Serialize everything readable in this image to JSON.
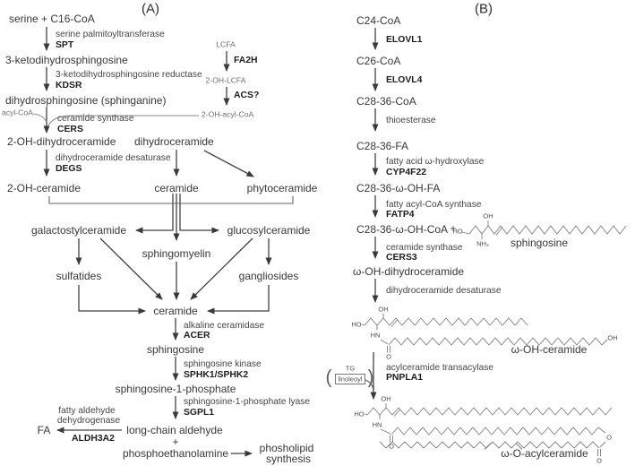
{
  "figure": {
    "panelA": {
      "title": "(A)",
      "nodes": {
        "serine_c16": "serine + C16-CoA",
        "keto": "3-ketodihydrosphingosine",
        "dhs": "dihydrosphingosine (sphinganine)",
        "oh_dhcer": "2-OH-dihydroceramide",
        "dhcer": "dihydroceramide",
        "oh_cer": "2-OH-ceramide",
        "ceramide1": "ceramide",
        "phyto": "phytoceramide",
        "galcer": "galactostylceramide",
        "sm": "sphingomyelin",
        "glccer": "glucosylceramide",
        "sulfatides": "sulfatides",
        "gangliosides": "gangliosides",
        "ceramide2": "ceramide",
        "sphingosine": "sphingosine",
        "s1p": "sphingosine-1-phosphate",
        "lca": "long-chain aldehyde",
        "fa": "FA",
        "plus": "+",
        "pe": "phosphoethanolamine",
        "phospholipid_line1": "phosholipid",
        "phospholipid_line2": "synthesis"
      },
      "enzymes": {
        "spt_name": "serine palmitoyltransferase",
        "spt": "SPT",
        "kdsr_name": "3-ketodihydrosphingosine reductase",
        "kdsr": "KDSR",
        "cers_name": "ceramide synthase",
        "cers": "CERS",
        "degs_name": "dihydroceramide desaturase",
        "degs": "DEGS",
        "fa2h": "FA2H",
        "acs": "ACS?",
        "acer_name": "alkaline ceramidase",
        "acer": "ACER",
        "sphk_name": "sphingosine kinase",
        "sphk": "SPHK1/SPHK2",
        "sgpl_name": "sphingosine-1-phosphate lyase",
        "sgpl": "SGPL1",
        "aldh_name1": "fatty aldehyde",
        "aldh_name2": "dehydrogenase",
        "aldh": "ALDH3A2"
      },
      "cofactors": {
        "acyl_coa": "acyl-CoA",
        "lcfa": "LCFA",
        "oh_lcfa": "2-OH-LCFA",
        "oh_acyl_coa": "2-OH-acyl-CoA"
      }
    },
    "panelB": {
      "title": "(B)",
      "nodes": {
        "c24": "C24-CoA",
        "c26": "C26-CoA",
        "c28_coa": "C28-36-CoA",
        "c28_fa": "C28-36-FA",
        "c28_ohfa": "C28-36-ω-OH-FA",
        "c28_ohcoa": "C28-36-ω-OH-CoA",
        "plus": "+",
        "oh_dhcer": "ω-OH-dihydroceramide"
      },
      "enzymes": {
        "elovl1": "ELOVL1",
        "elovl4": "ELOVL4",
        "thioesterase": "thioesterase",
        "cyp_name": "fatty acid ω-hydroxylase",
        "cyp": "CYP4F22",
        "fatp_name": "fatty acyl-CoA synthase",
        "fatp": "FATP4",
        "cers3_name": "ceramide synthase",
        "cers3": "CERS3",
        "des": "dihydroceramide desaturase",
        "pnpla_name": "acylceramide transacylase",
        "pnpla": "PNPLA1"
      },
      "donor": {
        "paren_open": "(",
        "tg": "TG",
        "linoleoyl": "linoleoyl",
        "paren_close": ")"
      },
      "structures": {
        "sphingosine": {
          "ho": "HO",
          "oh": "OH",
          "nh2": "NH₂",
          "name": "sphingosine"
        },
        "oh_ceramide": {
          "ho": "HO",
          "oh": "OH",
          "hn": "HN",
          "o": "O",
          "oh_end": "OH",
          "name": "ω-OH-ceramide"
        },
        "o_acylceramide": {
          "ho": "HO",
          "oh": "OH",
          "hn": "HN",
          "o_amide": "O",
          "o_ester": "O",
          "o_carbonyl": "O",
          "name": "ω-O-acylceramide"
        }
      }
    }
  }
}
